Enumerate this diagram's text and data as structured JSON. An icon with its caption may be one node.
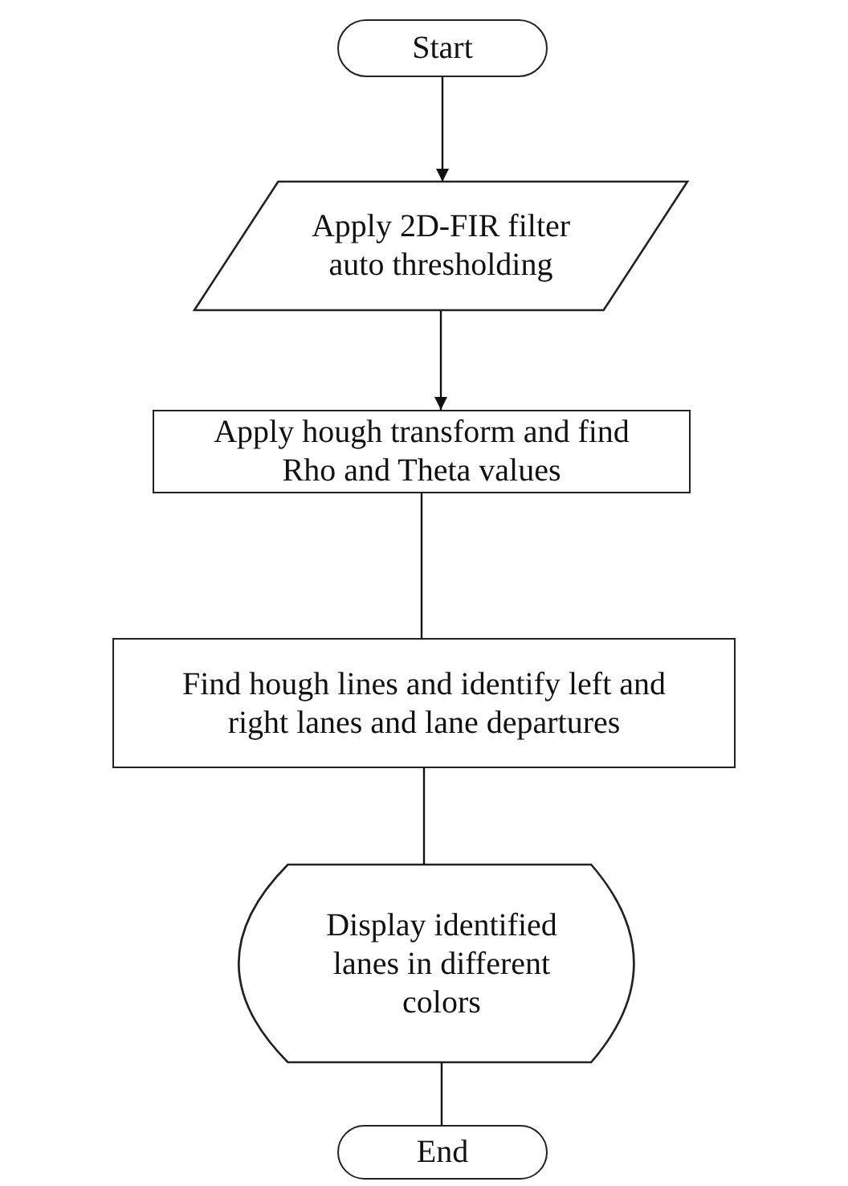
{
  "diagram": {
    "nodes": [
      {
        "text": [
          "Start"
        ]
      },
      {
        "text": [
          "Apply 2D-FIR filter auto thresholding"
        ]
      },
      {
        "text": [
          "Apply hough transform and find Rho and Theta values"
        ]
      },
      {
        "text": [
          "Find hough lines and identify left and right lanes and lane departures"
        ]
      },
      {
        "text": [
          "Display identified lanes in different colors"
        ]
      },
      {
        "text": [
          "End"
        ]
      }
    ],
    "edges": [
      {
        "from": 0,
        "to": 1,
        "arrow": "to"
      },
      {
        "from": 1,
        "to": 2,
        "arrow": "to"
      },
      {
        "from": 2,
        "to": 3,
        "arrow": "none"
      },
      {
        "from": 3,
        "to": 4,
        "arrow": "none"
      },
      {
        "from": 4,
        "to": 5,
        "arrow": "none"
      }
    ]
  }
}
